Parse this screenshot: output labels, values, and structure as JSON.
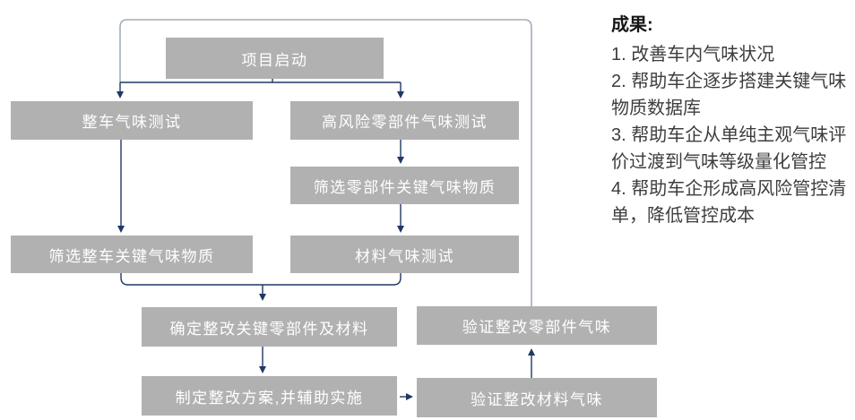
{
  "palette": {
    "node_fill": "#b1b1b1",
    "node_text": "#ffffff",
    "connector": "#1f3864",
    "loop_line": "#a3adb8",
    "heading_text": "#161616",
    "body_text": "#3d3d3d",
    "background": "#ffffff"
  },
  "flowchart": {
    "nodes": [
      {
        "id": "project-start",
        "label": "项目启动"
      },
      {
        "id": "vehicle-odor-test",
        "label": "整车气味测试"
      },
      {
        "id": "high-risk-parts-odor-test",
        "label": "高风险零部件气味测试"
      },
      {
        "id": "screen-parts-key-odor-substances",
        "label": "筛选零部件关键气味物质"
      },
      {
        "id": "screen-vehicle-key-odor-substances",
        "label": "筛选整车关键气味物质"
      },
      {
        "id": "material-odor-test",
        "label": "材料气味测试"
      },
      {
        "id": "determine-rectify-parts-and-materials",
        "label": "确定整改关键零部件及材料"
      },
      {
        "id": "formulate-rectify-plan",
        "label": "制定整改方案,并辅助实施"
      },
      {
        "id": "verify-rectified-parts-odor",
        "label": "验证整改零部件气味"
      },
      {
        "id": "verify-rectified-material-odor",
        "label": "验证整改材料气味"
      }
    ]
  },
  "results_panel": {
    "heading": "成果:",
    "items": [
      "1. 改善车内气味状况",
      "2. 帮助车企逐步搭建关键气味物质数据库",
      "3. 帮助车企从单纯主观气味评价过渡到气味等级量化管控",
      "4. 帮助车企形成高风险管控清单，降低管控成本"
    ]
  }
}
